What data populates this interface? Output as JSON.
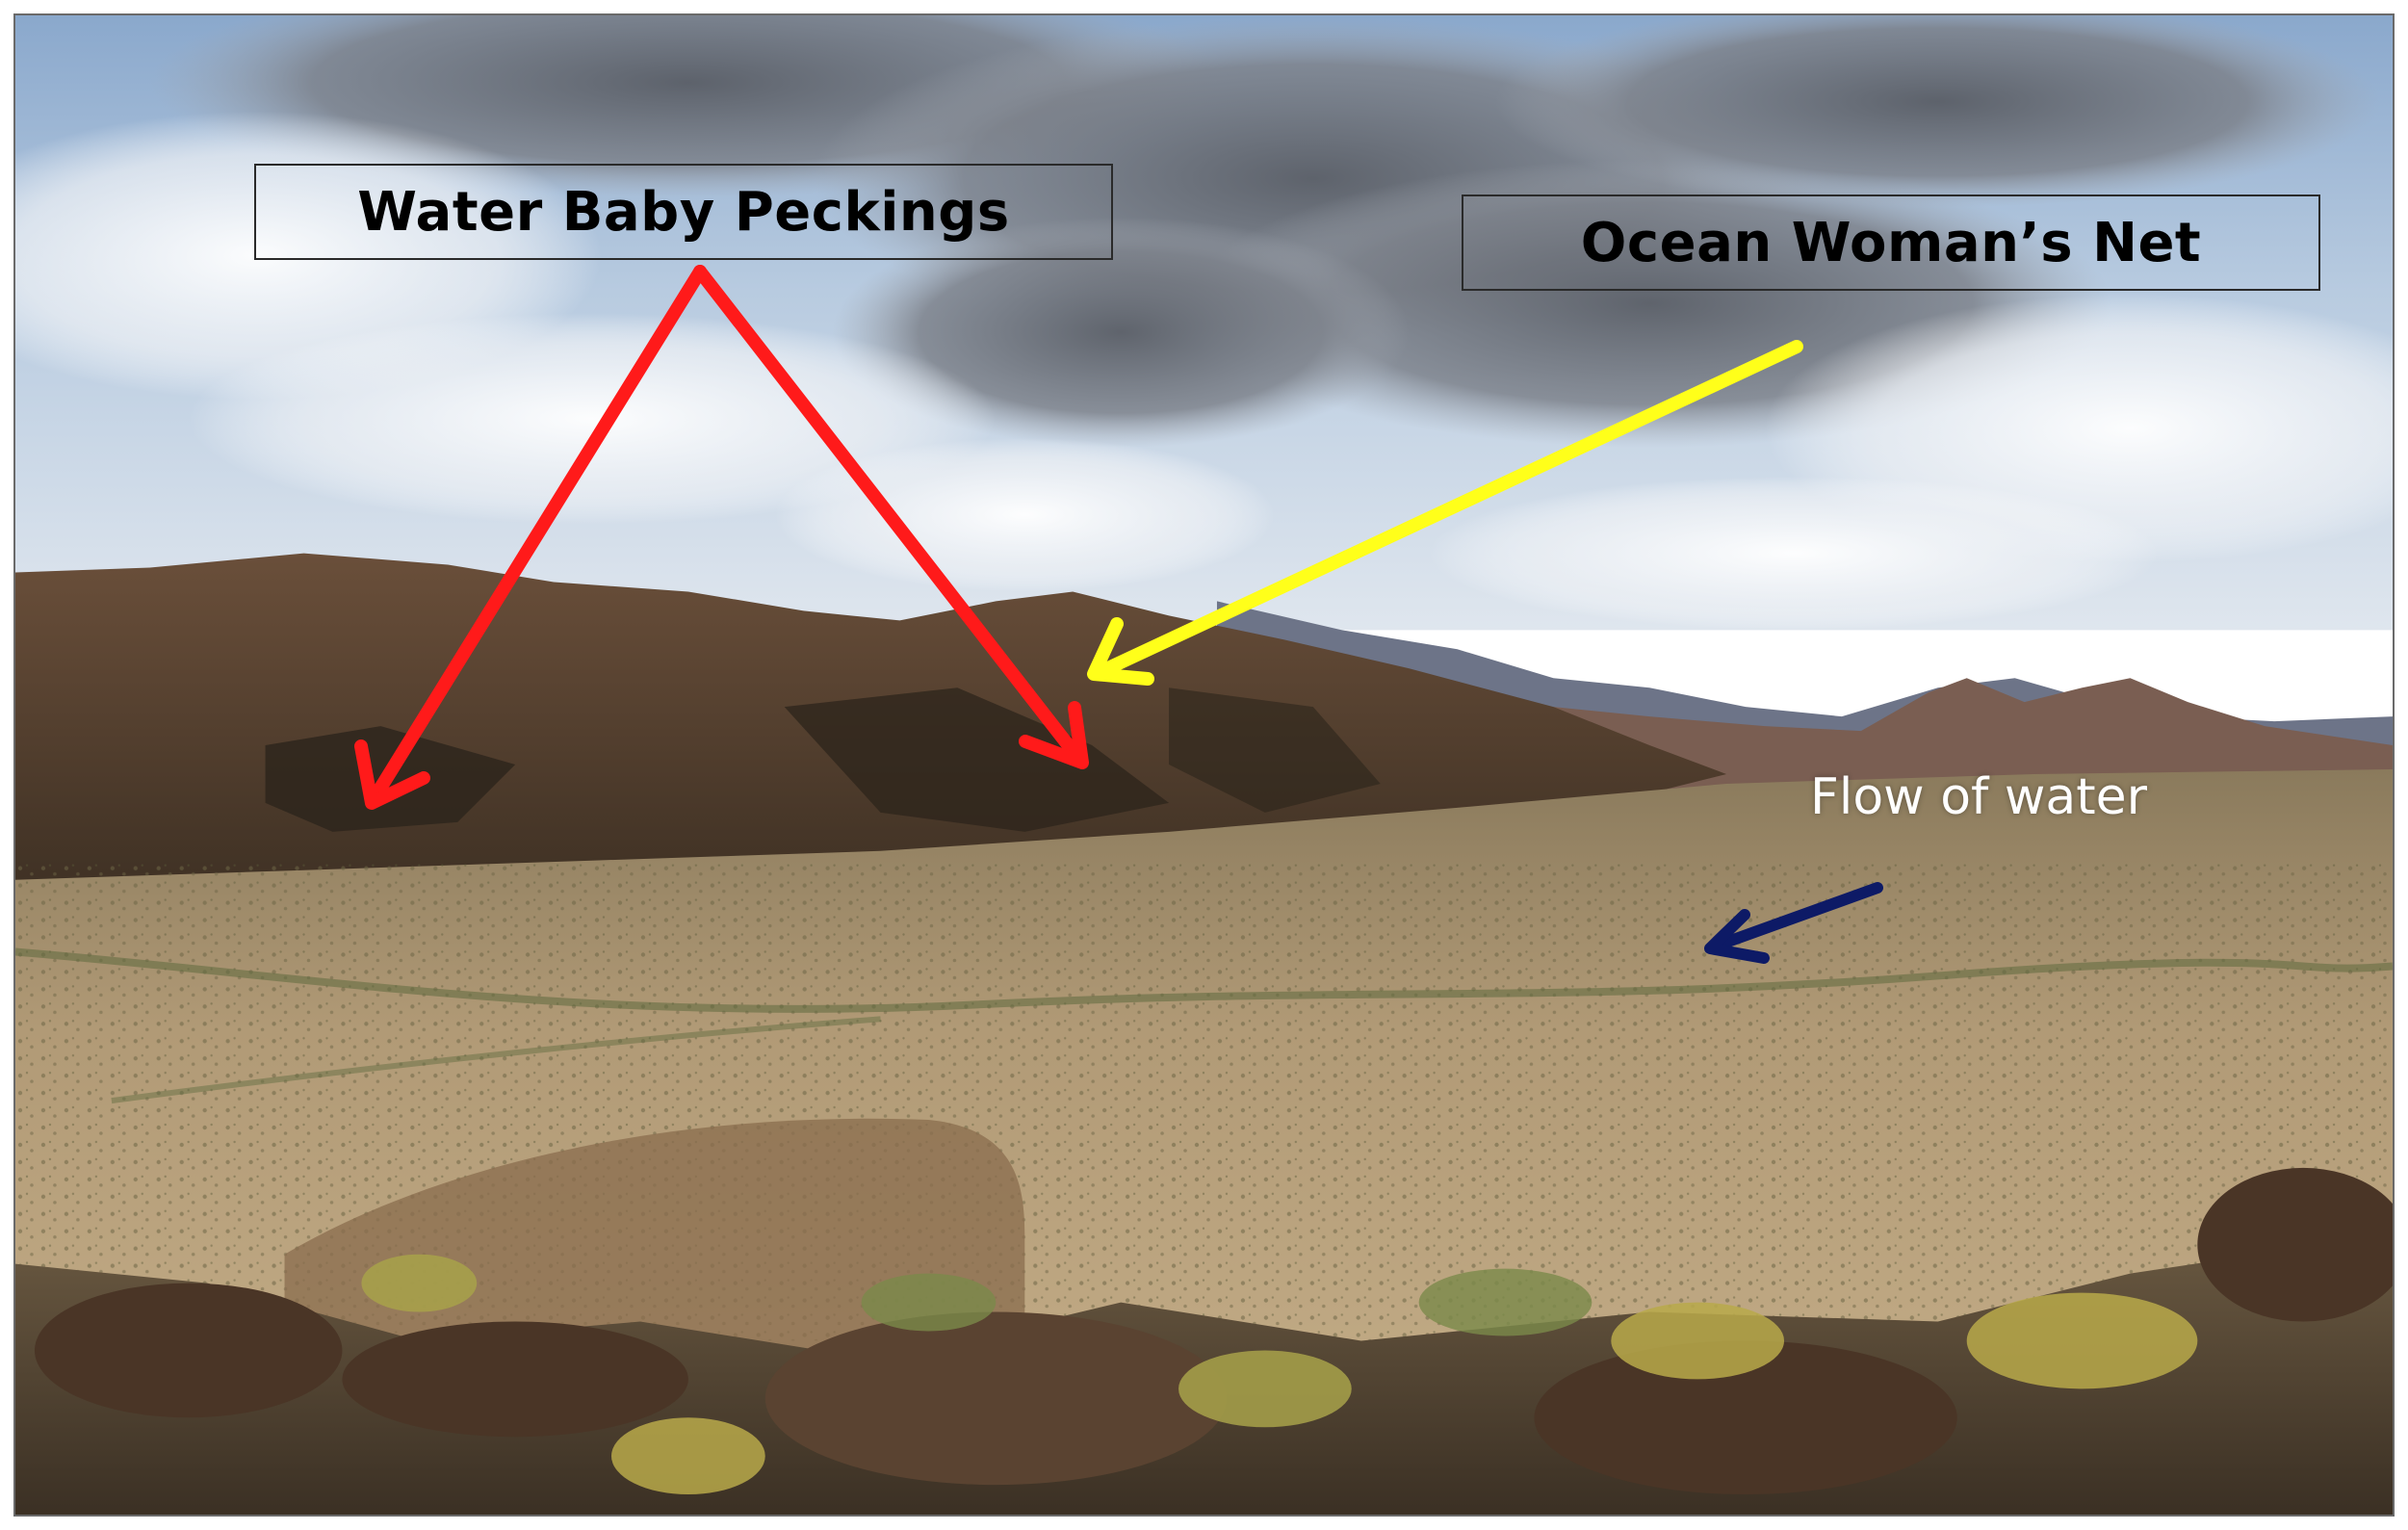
{
  "labels": {
    "water_baby": "Water Baby Peckings",
    "ocean_woman": "Ocean Woman’s Net",
    "flow": "Flow of water"
  },
  "colors": {
    "water_baby_arrows": "#ff1a1a",
    "ocean_woman_arrow": "#ffff1a",
    "flow_arrow": "#0d1a66",
    "callout_text": "#000000",
    "flow_text": "#ffffff"
  },
  "icons": {
    "water_baby_arrows": "arrow-icon",
    "ocean_woman_arrow": "arrow-icon",
    "flow_arrow": "arrow-icon"
  }
}
